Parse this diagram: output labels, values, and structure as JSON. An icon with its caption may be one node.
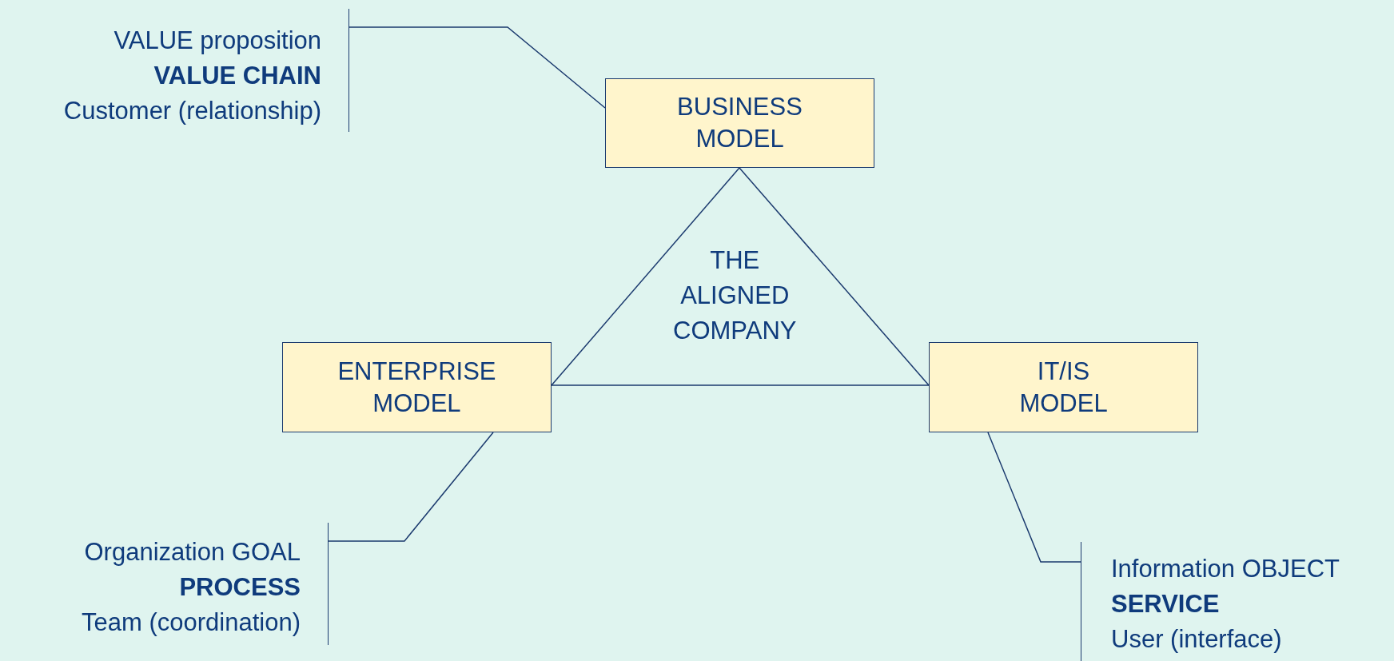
{
  "diagram": {
    "nodes": [
      {
        "text": [
          "BUSINESS MODEL"
        ]
      },
      {
        "text": [
          "ENTERPRISE MODEL"
        ]
      },
      {
        "text": [
          "IT/IS MODEL"
        ]
      },
      {
        "text": [
          "VALUE proposition",
          "VALUE CHAIN",
          "Customer (relationship)"
        ]
      },
      {
        "text": [
          "Organization GOAL",
          "PROCESS",
          "Team (coordination)"
        ]
      },
      {
        "text": [
          "Information OBJECT",
          "SERVICE",
          "User (interface)"
        ]
      }
    ],
    "edges": [
      {
        "from": 0,
        "to": 1,
        "arrow": "none"
      },
      {
        "from": 0,
        "to": 2,
        "arrow": "none"
      },
      {
        "from": 1,
        "to": 2,
        "arrow": "none"
      },
      {
        "from": 3,
        "to": 0,
        "arrow": "none"
      },
      {
        "from": 4,
        "to": 1,
        "arrow": "none"
      },
      {
        "from": 5,
        "to": 2,
        "arrow": "none"
      }
    ],
    "labels": [
      "THE ALIGNED COMPANY"
    ]
  }
}
